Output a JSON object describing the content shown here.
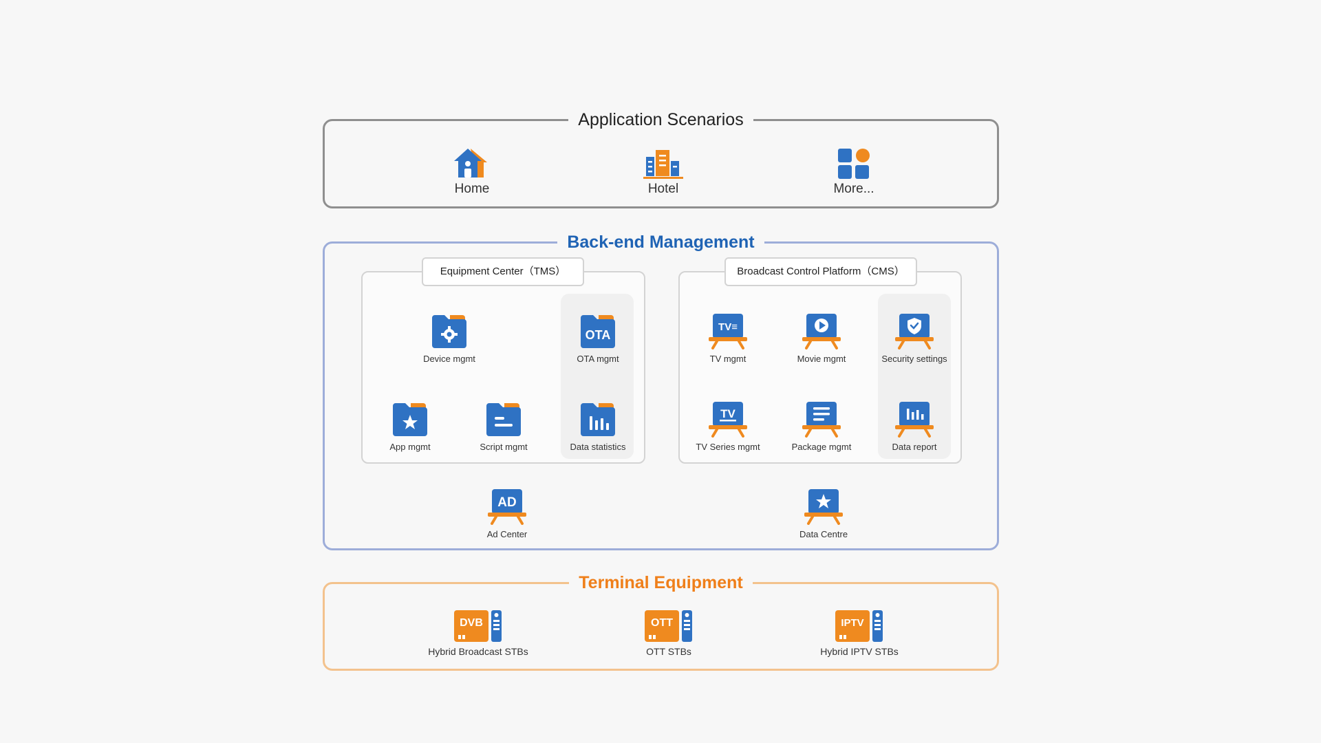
{
  "colors": {
    "blue": "#2f72c3",
    "orange": "#ef8a1f",
    "grey_border": "#8f8f8f",
    "blue_border": "#9dadd9",
    "orange_border": "#f3c28d"
  },
  "application": {
    "title": "Application Scenarios",
    "items": [
      {
        "label": "Home",
        "icon": "house-icon"
      },
      {
        "label": "Hotel",
        "icon": "hotel-building-icon"
      },
      {
        "label": "More...",
        "icon": "more-grid-icon"
      }
    ]
  },
  "backend": {
    "title": "Back-end Management",
    "tms": {
      "title": "Equipment Center（TMS）",
      "items": [
        {
          "label": "Device mgmt",
          "icon": "folder-gear-icon"
        },
        {
          "label": "OTA mgmt",
          "icon": "folder-ota-icon",
          "badge": "OTA"
        },
        {
          "label": "App mgmt",
          "icon": "folder-star-icon"
        },
        {
          "label": "Script mgmt",
          "icon": "folder-script-icon"
        },
        {
          "label": "Data statistics",
          "icon": "folder-chart-icon"
        }
      ]
    },
    "cms": {
      "title": "Broadcast Control Platform（CMS）",
      "items": [
        {
          "label": "TV mgmt",
          "icon": "tv-icon",
          "badge": "TV≡"
        },
        {
          "label": "Movie mgmt",
          "icon": "movie-play-icon"
        },
        {
          "label": "Security settings",
          "icon": "shield-icon"
        },
        {
          "label": "TV Series mgmt",
          "icon": "tv-series-icon",
          "badge": "TV"
        },
        {
          "label": "Package mgmt",
          "icon": "package-list-icon"
        },
        {
          "label": "Data report",
          "icon": "report-chart-icon"
        }
      ]
    },
    "ad_center": {
      "label": "Ad Center",
      "icon": "ad-icon",
      "badge": "AD"
    },
    "data_centre": {
      "label": "Data Centre",
      "icon": "star-board-icon"
    }
  },
  "terminal": {
    "title": "Terminal Equipment",
    "items": [
      {
        "label": "Hybrid Broadcast STBs",
        "icon": "dvb-stb-icon",
        "badge": "DVB"
      },
      {
        "label": "OTT STBs",
        "icon": "ott-stb-icon",
        "badge": "OTT"
      },
      {
        "label": "Hybrid IPTV STBs",
        "icon": "iptv-stb-icon",
        "badge": "IPTV"
      }
    ]
  }
}
